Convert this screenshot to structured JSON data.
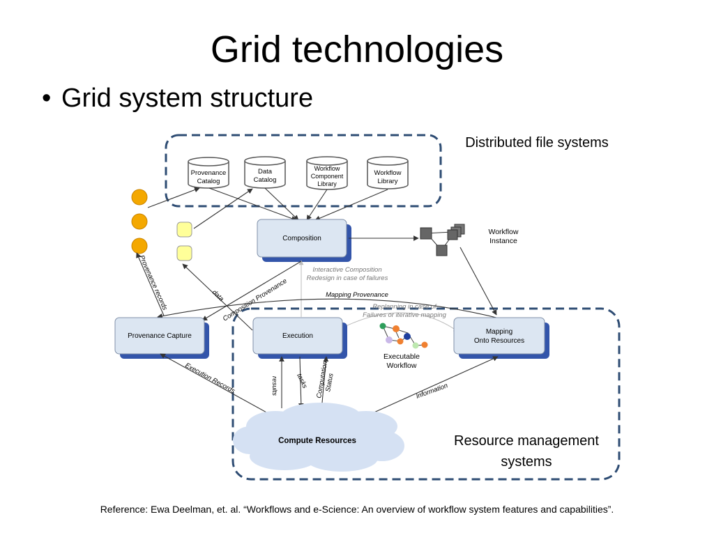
{
  "slide": {
    "title": "Grid technologies",
    "bullet_marker": "•",
    "bullet": "Grid system structure",
    "reference": "Reference: Ewa Deelman, et. al. “Workflows and e-Science: An overview of workflow system features and capabilities”."
  },
  "groups": {
    "dfs_label": "Distributed file systems",
    "rms_label_1": "Resource management",
    "rms_label_2": "systems"
  },
  "stores": {
    "provenance_catalog": [
      "Provenance",
      "Catalog"
    ],
    "data_catalog": [
      "Data",
      "Catalog"
    ],
    "workflow_component_library": [
      "Workflow",
      "Component",
      "Library"
    ],
    "workflow_library": [
      "Workflow",
      "Library"
    ]
  },
  "boxes": {
    "composition": "Composition",
    "provenance_capture": "Provenance Capture",
    "execution": "Execution",
    "mapping": [
      "Mapping",
      "Onto Resources"
    ]
  },
  "notes": {
    "workflow_instance": [
      "Workflow",
      "Instance"
    ],
    "interactive": [
      "Interactive Composition",
      "Redesign in case of failures"
    ],
    "replanning": [
      "Replanning in case of",
      "Failures or iterative mapping"
    ],
    "executable_workflow": [
      "Executable",
      "Workflow"
    ],
    "compute_resources": "Compute Resources"
  },
  "edges": {
    "provenance_records": "Provenance records",
    "data": "data",
    "composition_provenance": "Composition Provenance",
    "mapping_provenance": "Mapping Provenance",
    "execution_records": "Execution Records",
    "results": "results",
    "tasks": "tasks",
    "computation_status": [
      "Computation",
      "Status"
    ],
    "information": "Information"
  },
  "colors": {
    "box_fill": "#dce6f2",
    "box_shadow": "#3355aa",
    "group_border": "#2e4c73",
    "orange_dot": "#f4a800",
    "yellow_square": "#ffff99",
    "cloud": "#d5e1f3"
  }
}
